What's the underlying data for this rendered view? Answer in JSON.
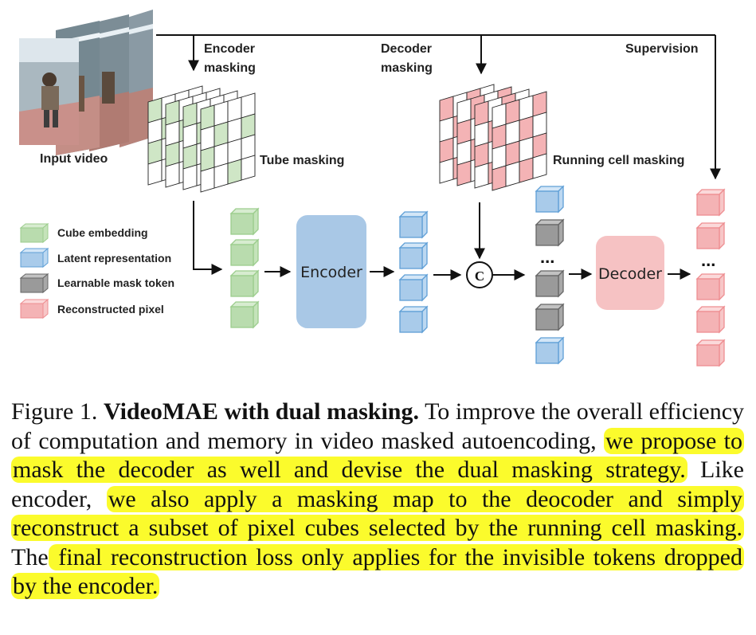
{
  "figure": {
    "labels": {
      "input_video": "Input video",
      "encoder_masking_1": "Encoder",
      "encoder_masking_2": "masking",
      "decoder_masking_1": "Decoder",
      "decoder_masking_2": "masking",
      "supervision": "Supervision",
      "tube_masking": "Tube masking",
      "running_cell_masking": "Running cell masking",
      "encoder": "Encoder",
      "decoder": "Decoder",
      "concat": "C",
      "ellipsis": "..."
    },
    "legend": [
      {
        "label": "Cube embedding",
        "color": "#b9dcae"
      },
      {
        "label": "Latent representation",
        "color": "#a9cbea"
      },
      {
        "label": "Learnable mask token",
        "color": "#9a9a9a"
      },
      {
        "label": "Reconstructed pixel",
        "color": "#f4b3b5"
      }
    ],
    "colors": {
      "encoder_box": "#a9c8e6",
      "decoder_box": "#f6c2c3",
      "green": "#b9dcae",
      "blue": "#a9cbea",
      "gray": "#9a9a9a",
      "pink": "#f4b3b5"
    }
  },
  "caption": {
    "prefix": "Figure 1. ",
    "title": "VideoMAE with dual masking.",
    "seg1": " To improve the overall efficiency of computation and memory in video masked autoencoding, ",
    "hl1": "we propose to mask the decoder as well and devise the dual masking strategy.",
    "seg2": " Like encoder, ",
    "hl2": "we also apply a masking map to the deocoder and simply reconstruct a subset of pixel cubes selected by the running cell masking.",
    "seg3": " The",
    "hl3": " final reconstruction loss only applies for the invisible tokens dropped by the encoder."
  }
}
